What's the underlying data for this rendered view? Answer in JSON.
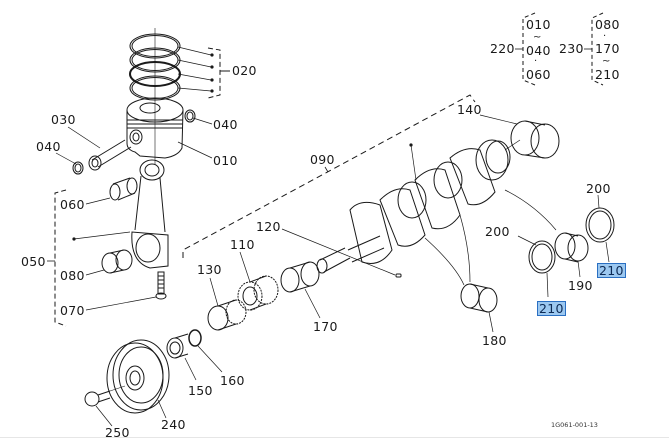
{
  "diagram": {
    "title": "Crankshaft / Piston exploded parts diagram",
    "drawing_code": "1G061-001-13",
    "highlight_color": "#9cc8f0",
    "highlight_border": "#2a6fc2",
    "callouts": {
      "p010": "010",
      "p020": "020",
      "p030": "030",
      "p040a": "040",
      "p040b": "040",
      "p050": "050",
      "p060": "060",
      "p070": "070",
      "p080": "080",
      "p090": "090",
      "p110": "110",
      "p120": "120",
      "p130": "130",
      "p140": "140",
      "p150": "150",
      "p160": "160",
      "p170": "170",
      "p180": "180",
      "p190": "190",
      "p200a": "200",
      "p200b": "200",
      "p210a": "210",
      "p210b": "210",
      "p240": "240",
      "p250": "250"
    },
    "legend": {
      "set220": {
        "label": "220",
        "items": [
          "010",
          "~",
          "040",
          "·",
          "060"
        ]
      },
      "set230": {
        "label": "230",
        "items": [
          "080",
          "·",
          "170",
          "~",
          "210"
        ]
      }
    },
    "highlighted_parts": [
      "210"
    ]
  }
}
